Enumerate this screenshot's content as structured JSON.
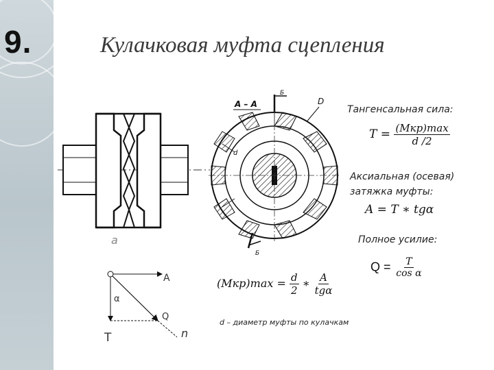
{
  "slide": {
    "number": "9.",
    "title": "Кулачковая муфта сцепления"
  },
  "drawing": {
    "section_label": "А – А",
    "view_label_top": "Б",
    "view_label_bottom": "Б",
    "point_D": "D",
    "side_view_label": "а"
  },
  "force_diagram": {
    "label_A": "A",
    "label_alpha": "α",
    "label_Q": "Q",
    "label_T": "T",
    "label_n": "n"
  },
  "text": {
    "tangential_label": "Тангенсальная сила:",
    "axial_label_1": "Аксиальная (осевая)",
    "axial_label_2": "затяжка муфты:",
    "full_force_label": "Полное  усилие:",
    "footnote": "d – диаметр муфты по кулачкам"
  },
  "formulas": {
    "T_lhs": "T =",
    "T_num": "(Mкр)max",
    "T_den": "d /2",
    "A_eq": "A = T ∗ tgα",
    "Q_lhs": "Q =",
    "Q_num": "T",
    "Q_den": "cos α",
    "M_lhs": "(Mкр)max =",
    "M_frac1_num": "d",
    "M_frac1_den": "2",
    "M_op": "∗",
    "M_frac2_num": "A",
    "M_frac2_den": "tgα"
  }
}
